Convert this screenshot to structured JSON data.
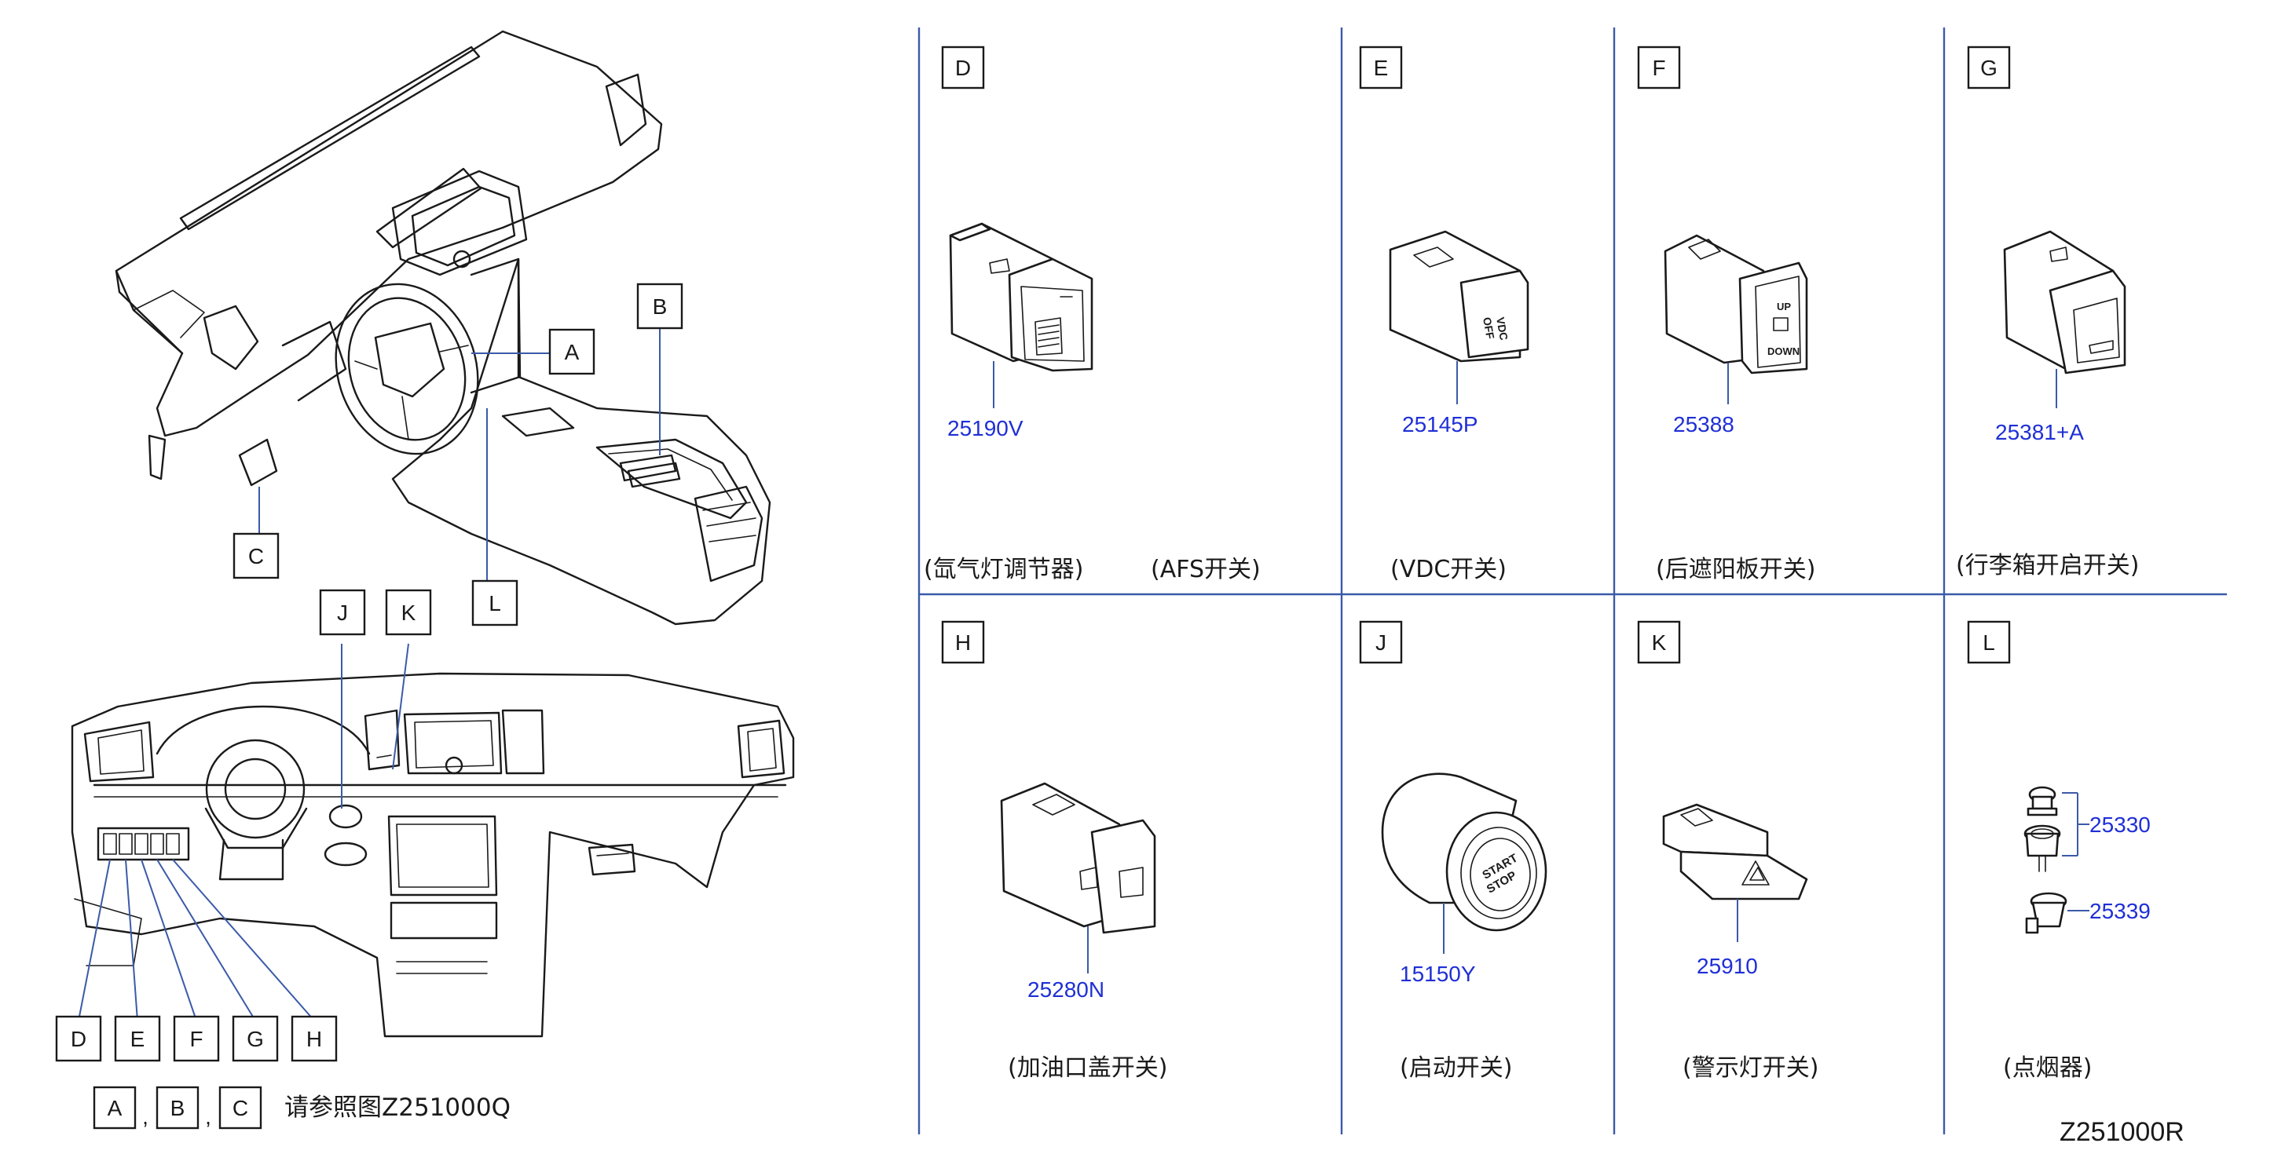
{
  "callouts": {
    "A": "A",
    "B": "B",
    "C": "C",
    "J": "J",
    "K": "K",
    "L": "L",
    "D": "D",
    "E": "E",
    "F": "F",
    "G": "G",
    "H": "H"
  },
  "reference": {
    "boxes": [
      "A",
      "B",
      "C"
    ],
    "separator": ",",
    "text": "请参照图Z251000Q"
  },
  "cells": [
    {
      "letter": "D",
      "part_number": "25190V",
      "caption": "(氙气灯调节器)",
      "caption2": "(AFS开关)"
    },
    {
      "letter": "E",
      "part_number": "25145P",
      "caption": "(VDC开关)"
    },
    {
      "letter": "F",
      "part_number": "25388",
      "caption": "(后遮阳板开关)"
    },
    {
      "letter": "G",
      "part_number": "25381+A",
      "caption": "(行李箱开启开关)"
    },
    {
      "letter": "H",
      "part_number": "25280N",
      "caption": "(加油口盖开关)"
    },
    {
      "letter": "J",
      "part_number": "15150Y",
      "caption": "(启动开关)"
    },
    {
      "letter": "K",
      "part_number": "25910",
      "caption": "(警示灯开关)"
    },
    {
      "letter": "L",
      "part_numbers": [
        "25330",
        "25339"
      ],
      "caption": "(点烟器)"
    }
  ],
  "part_text": {
    "vdc_top": "VDC",
    "vdc_bottom": "OFF",
    "sunshade_up": "UP",
    "sunshade_down": "DOWN",
    "start_top": "START",
    "start_bottom": "STOP"
  },
  "diagram_code": "Z251000R"
}
